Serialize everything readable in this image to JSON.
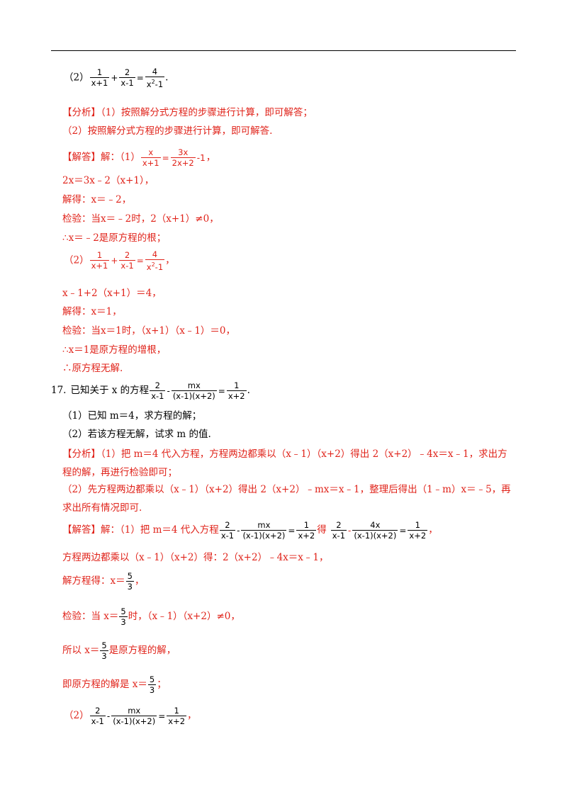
{
  "colors": {
    "analysis": "#e0231a",
    "text": "#000000"
  },
  "q16_part2": {
    "label": "（2）",
    "f1_num": "1",
    "f1_den": "x+1",
    "plus": "+",
    "f2_num": "2",
    "f2_den": "x-1",
    "eq": "=",
    "f3_num": "4",
    "f3_den_base": "x",
    "f3_den_exp": "2",
    "f3_den_tail": "-1",
    "tail": "."
  },
  "analysis16": {
    "tag": "【分析】",
    "line1": "（1）按照解分式方程的步骤进行计算，即可解答；",
    "line2": "（2）按照解分式方程的步骤进行计算，即可解答."
  },
  "solution16": {
    "tag": "【解答】",
    "intro": "解：（1）",
    "eq1": {
      "f1_num": "x",
      "f1_den": "x+1",
      "eq": "=",
      "f2_num": "3x",
      "f2_den": "2x+2",
      "tail": "-1",
      "end": "，"
    },
    "s1": "2x＝3x﹣2（x+1），",
    "s2": "解得：x＝﹣2，",
    "s3": "检验：当x＝﹣2时，2（x+1）≠0，",
    "s4": "∴x＝﹣2是原方程的根；",
    "eq2": {
      "label": "（2）",
      "f1_num": "1",
      "f1_den": "x+1",
      "plus": "+",
      "f2_num": "2",
      "f2_den": "x-1",
      "eq": "=",
      "f3_num": "4",
      "f3_den_base": "x",
      "f3_den_exp": "2",
      "f3_den_tail": "-1",
      "end": "，"
    },
    "s5": "x﹣1+2（x+1）＝4，",
    "s6": "解得：x＝1，",
    "s7": "检验：当x＝1时，（x+1）（x﹣1）＝0，",
    "s8": "∴x＝1是原方程的增根，",
    "s9": "∴原方程无解."
  },
  "q17": {
    "number": "17.",
    "stem": "已知关于 x 的方程",
    "eq": {
      "f1_num": "2",
      "f1_den": "x-1",
      "minus": "-",
      "f2_num": "mx",
      "f2_den": "(x-1)(x+2)",
      "eq": "=",
      "f3_num": "1",
      "f3_den": "x+2",
      "end": "."
    },
    "p1": "（1）已知 m＝4，求方程的解；",
    "p2": "（2）若该方程无解，试求 m 的值."
  },
  "analysis17": {
    "tag": "【分析】",
    "line1": "（1）把 m＝4 代入方程，方程两边都乘以（x﹣1）（x+2）得出 2（x+2）﹣4x＝x﹣1，求出方",
    "line2": "程的解，再进行检验即可；",
    "line3": "（2）先方程两边都乘以（x﹣1）（x+2）得出 2（x+2）﹣mx＝x﹣1，整理后得出（1﹣m）x＝﹣5，再",
    "line4": "求出所有情况即可."
  },
  "solution17": {
    "tag": "【解答】",
    "intro": "解：（1）把 m＝4 代入方程",
    "eqA": {
      "f1_num": "2",
      "f1_den": "x-1",
      "minus": "-",
      "f2_num": "mx",
      "f2_den": "(x-1)(x+2)",
      "eq": "=",
      "f3_num": "1",
      "f3_den": "x+2"
    },
    "de": "得",
    "eqB": {
      "f1_num": "2",
      "f1_den": "x-1",
      "minus": "-",
      "f2_num": "4x",
      "f2_den": "(x-1)(x+2)",
      "eq": "=",
      "f3_num": "1",
      "f3_den": "x+2",
      "end": "，"
    },
    "s1": "方程两边都乘以（x﹣1）（x+2）得：2（x+2）﹣4x＝x﹣1，",
    "s2_pre": "解方程得：x＝",
    "s2_num": "5",
    "s2_den": "3",
    "s2_post": "，",
    "s3_pre": "检验：当 x＝",
    "s3_num": "5",
    "s3_den": "3",
    "s3_post": "时，（x﹣1）（x+2）≠0，",
    "s4_pre": "所以 x＝",
    "s4_num": "5",
    "s4_den": "3",
    "s4_post": "是原方程的解，",
    "s5_pre": "即原方程的解是 x＝",
    "s5_num": "5",
    "s5_den": "3",
    "s5_post": "；",
    "eqC": {
      "label": "（2）",
      "f1_num": "2",
      "f1_den": "x-1",
      "minus": "-",
      "f2_num": "mx",
      "f2_den": "(x-1)(x+2)",
      "eq": "=",
      "f3_num": "1",
      "f3_den": "x+2",
      "end": "，"
    }
  }
}
